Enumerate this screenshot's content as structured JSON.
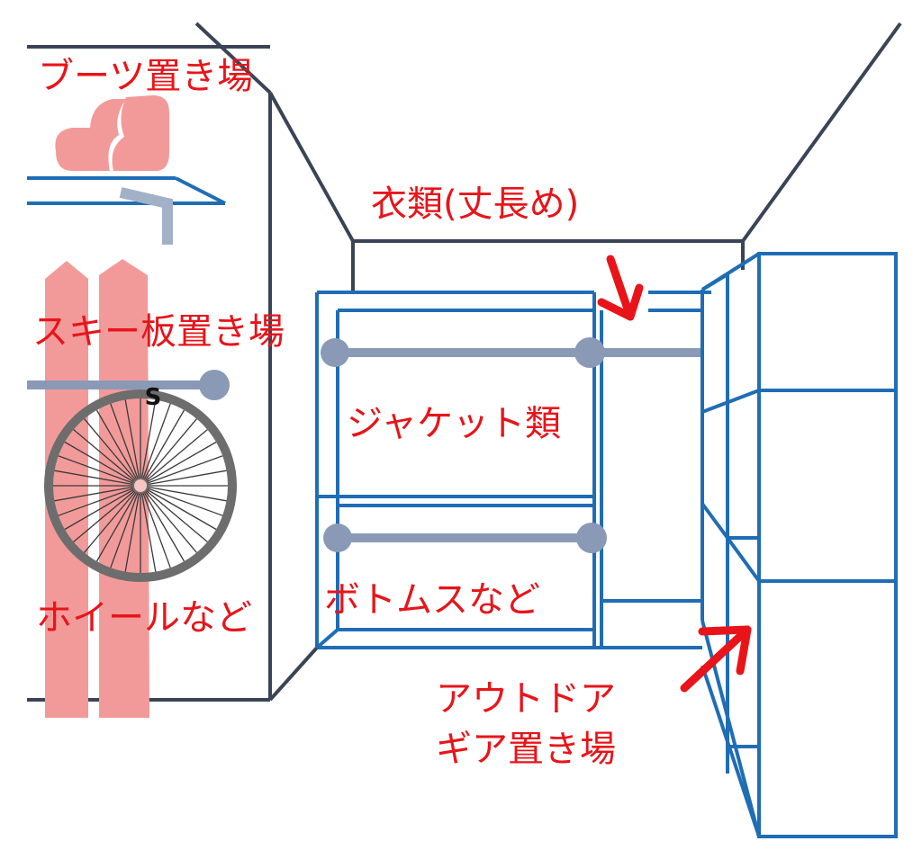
{
  "labels": {
    "boots": "ブーツ置き場",
    "coats": "衣類(丈長め)",
    "ski": "スキー板置き場",
    "jackets": "ジャケット類",
    "wheels": "ホイールなど",
    "bottoms": "ボトムスなど",
    "outdoor_line1": "アウトドア",
    "outdoor_line2": "ギア置き場",
    "hook": "S"
  },
  "colors": {
    "room_outline": "#3b4456",
    "shelf_blue": "#1f6db5",
    "rod_grey": "#8a9ab6",
    "item_pink": "#f29a9a",
    "wheel_grey": "#6d6d6d",
    "label_red": "#e8141a",
    "arrow_red": "#e8141a"
  }
}
